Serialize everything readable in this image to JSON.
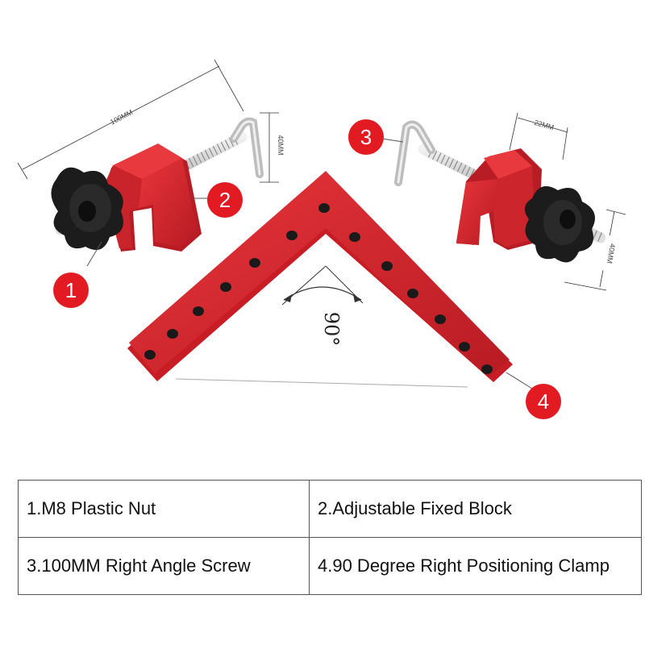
{
  "figure": {
    "dimensions": {
      "left_width": "100MM",
      "left_height": "40MM",
      "right_width": "22MM",
      "right_height": "40MM"
    },
    "angle": "90°",
    "callouts": [
      "1",
      "2",
      "3",
      "4"
    ],
    "colors": {
      "square_red": "#e3262d",
      "block_red": "#c8202a",
      "callout_red": "#e21b23",
      "knob_black": "#1c1c1c",
      "steel": "#c9c9c9"
    }
  },
  "legend": {
    "rows": [
      [
        "1.M8 Plastic Nut",
        "2.Adjustable Fixed Block"
      ],
      [
        "3.100MM Right Angle Screw",
        "4.90 Degree Right Positioning Clamp"
      ]
    ]
  }
}
